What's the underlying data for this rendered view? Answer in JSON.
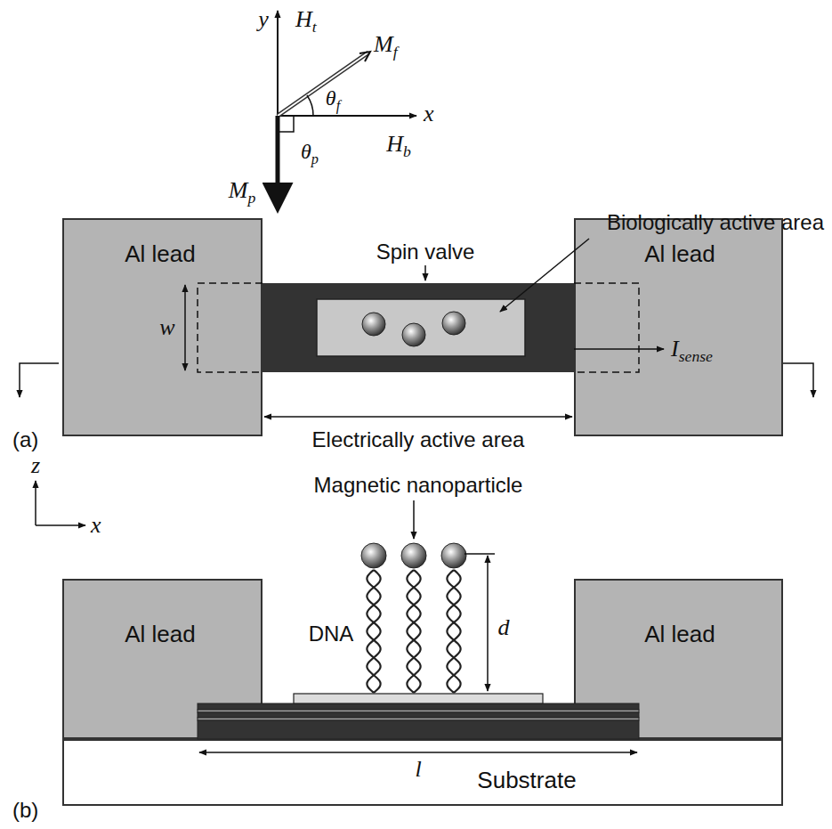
{
  "diagram": {
    "nodes": [
      {
        "text": [
          "Al lead"
        ]
      },
      {
        "text": [
          "Al lead"
        ]
      },
      {
        "text": [
          "Al lead"
        ]
      },
      {
        "text": [
          "Al lead"
        ]
      },
      {
        "text": [
          "Substrate"
        ]
      }
    ],
    "labels": [
      "y",
      "Ht",
      "Mf",
      "θf",
      "x",
      "θp",
      "Hb",
      "Mp",
      "Biologically active area",
      "Spin valve",
      "w",
      "Isense",
      "Electrically active area",
      "(a)",
      "z",
      "x",
      "Magnetic nanoparticle",
      "DNA",
      "d",
      "l",
      "(b)"
    ]
  }
}
